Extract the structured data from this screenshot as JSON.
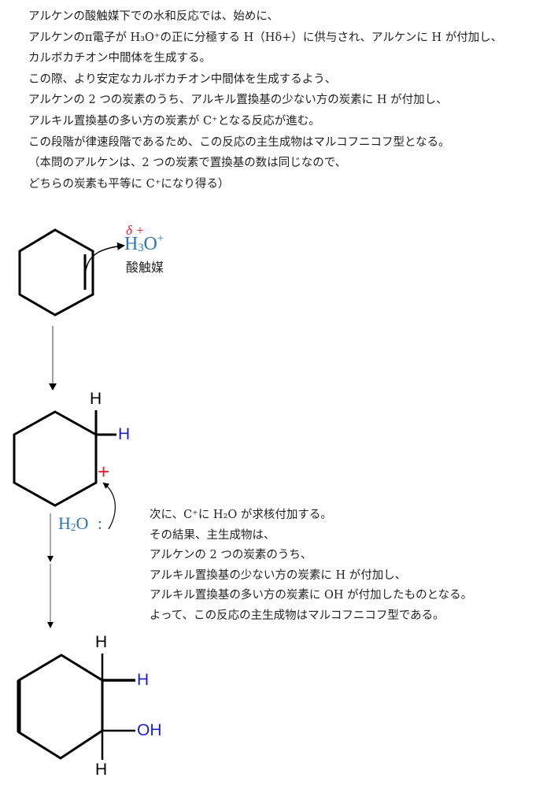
{
  "intro": {
    "lines": [
      "アルケンの酸触媒下での水和反応では、始めに、",
      "アルケンのπ電子が H₃O⁺の正に分極する H（Hδ+）に供与され、アルケンに H が付加し、",
      "カルボカチオン中間体を生成する。",
      "この際、より安定なカルボカチオン中間体を生成するよう、",
      "アルケンの 2 つの炭素のうち、アルキル置換基の少ない方の炭素に H が付加し、",
      "アルキル置換基の多い方の炭素が C⁺となる反応が進む。",
      "この段階が律速段階であるため、この反応の主生成物はマルコフニコフ型となる。",
      "（本問のアルケンは、2 つの炭素で置換基の数は同じなので、",
      "どちらの炭素も平等に C⁺になり得る）"
    ]
  },
  "step1": {
    "molecule": "cyclohexene",
    "reagent_delta": "δ +",
    "reagent_H": "H",
    "reagent_sub": "3",
    "reagent_O": "O",
    "reagent_charge": "+",
    "catalyst_label": "酸触媒"
  },
  "step2": {
    "molecule": "cyclohexyl carbocation",
    "h_top": "H",
    "h_added": "H",
    "charge": "+",
    "nucleophile_H": "H",
    "nucleophile_sub": "2",
    "nucleophile_O": "O",
    "lone_pair": ":"
  },
  "explain": {
    "lines": [
      "次に、C⁺に H₂O が求核付加する。",
      "その結果、主生成物は、",
      "アルケンの 2 つの炭素のうち、",
      "アルキル置換基の少ない方の炭素に H が付加し、",
      "アルキル置換基の多い方の炭素に OH が付加したものとなる。",
      "よって、この反応の主生成物はマルコフニコフ型である。"
    ]
  },
  "step3": {
    "molecule": "cyclohexanol",
    "h_top": "H",
    "h_added": "H",
    "oh": "OH",
    "h_bottom": "H"
  },
  "colors": {
    "reagent_blue": "#2e75b6",
    "added_h_blue": "#1f1fc8",
    "charge_red": "#e8202a",
    "bond_black": "#000000",
    "arrow_gray": "#a0a0a0"
  }
}
